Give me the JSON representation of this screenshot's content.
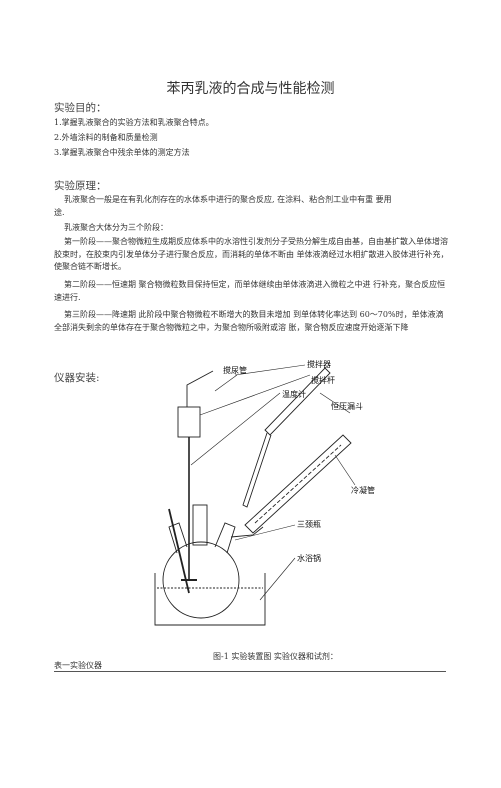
{
  "title": "苯丙乳液的合成与性能检测",
  "objective": {
    "heading": "实验目的：",
    "items": [
      "1.掌握乳液聚合的实验方法和乳液聚合特点。",
      "2.外墙涂料的制备和质量检测",
      "3.掌握乳液聚合中残余单体的测定方法"
    ]
  },
  "principle": {
    "heading": "实验原理：",
    "p1_a": "乳液聚合一般是在有乳化剂存在的水体系中进行的聚合反应, 在涂料、粘合剂工业中有重  要用",
    "p1_b": "途.",
    "p2": "乳液聚合大体分为三个阶段：",
    "p3": "第一阶段——聚合物微粒生成期反应体系中的水溶性引发剂分子受热分解生成自由基，自由基扩散入单体增溶胶束时，在胶束内引发单体分子进行聚合反应，而消耗的单体不断由  单体液滴经过水相扩散进入胶体进行补充，使聚合链不断增长。",
    "p4": "第二阶段——恒速期  聚合物微粒数目保持恒定，而单体继续由单体液滴进入微粒之中进  行补充，聚合反应恒速进行.",
    "p5": "第三阶段——降速期  此阶段中聚合物微粒不断增大的数目未增加  到单体转化率达到  60～70%时，单体液滴全部消失剩余的单体存在于聚合物微粒之中，为聚合物所吸附或溶  胀，聚合物反应速度开始逐渐下降"
  },
  "apparatus": {
    "heading": "仪器安装:",
    "labels": {
      "stirrer": "搅拌器",
      "stir_rod": "搅拌杆",
      "tube": "搅尿管",
      "thermometer": "温度计",
      "funnel": "恒压漏斗",
      "condenser": "冷凝管",
      "flask": "三颈瓶",
      "bath": "水浴锅"
    },
    "caption": "图-1 实验装置图  实验仪器和试剂："
  },
  "table_title": "表一实验仪器"
}
